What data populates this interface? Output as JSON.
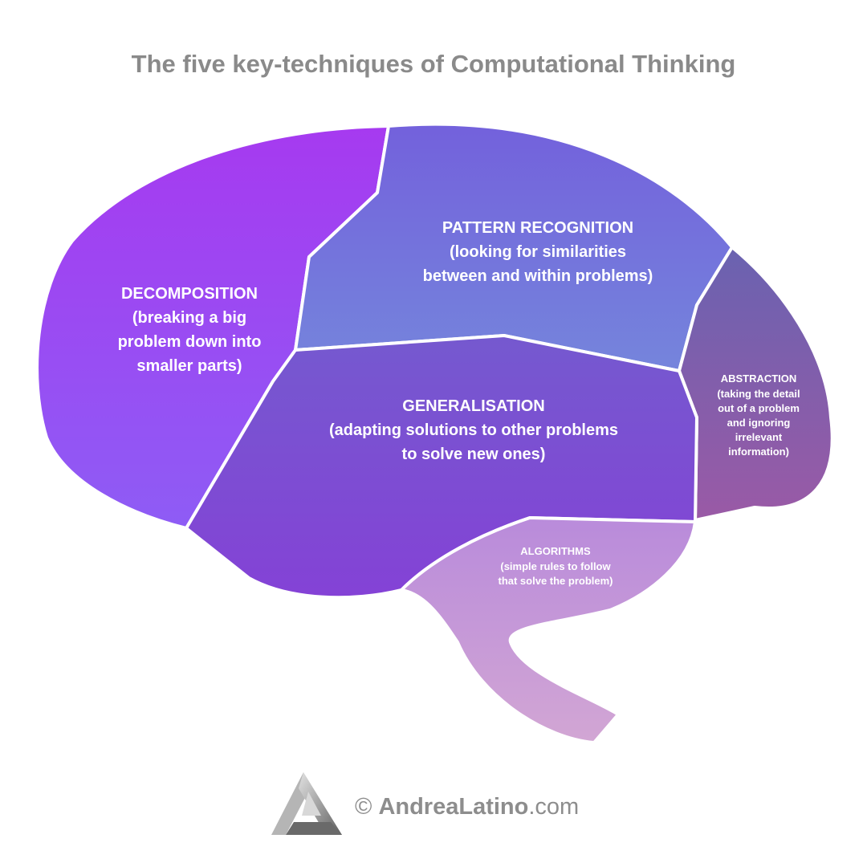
{
  "title": "The five key-techniques of Computational Thinking",
  "regions": {
    "decomposition": {
      "heading": "DECOMPOSITION",
      "lines": [
        "(breaking a big",
        "problem down into",
        "smaller parts)"
      ],
      "color_top": "#a63af0",
      "color_bottom": "#8e5cf5"
    },
    "pattern_recognition": {
      "heading": "PATTERN RECOGNITION",
      "lines": [
        "(looking for similarities",
        "between and within problems)"
      ],
      "color_top": "#7361dc",
      "color_bottom": "#7585dc"
    },
    "generalisation": {
      "heading": "GENERALISATION",
      "lines": [
        "(adapting solutions to other problems",
        "to solve new ones)"
      ],
      "color_top": "#7559cf",
      "color_bottom": "#8442d6"
    },
    "abstraction": {
      "heading": "ABSTRACTION",
      "lines": [
        "(taking the detail",
        "out of a problem",
        "and ignoring",
        "irrelevant",
        "information)"
      ],
      "color_top": "#6a62b0",
      "color_bottom": "#9a5aa6"
    },
    "algorithms": {
      "heading": "ALGORITHMS",
      "lines": [
        "(simple rules to follow",
        "that solve the problem)"
      ],
      "color_top": "#b98bdb",
      "color_bottom": "#d2a6d4"
    }
  },
  "footer": {
    "copyright": "© ",
    "brand_bold": "AndreaLatino",
    "brand_suffix": ".com",
    "logo_icon": "triangle-logo-icon"
  }
}
